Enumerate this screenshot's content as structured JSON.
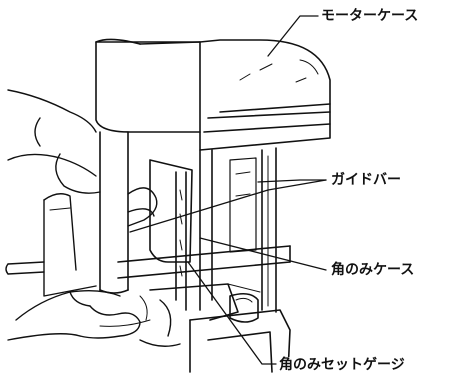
{
  "labels": {
    "motor_case": "モーターケース",
    "guide_bar": "ガイドバー",
    "chisel_case": "角のみケース",
    "chisel_set_gauge": "角のみセットゲージ"
  },
  "colors": {
    "line": "#111111",
    "background": "#ffffff"
  }
}
